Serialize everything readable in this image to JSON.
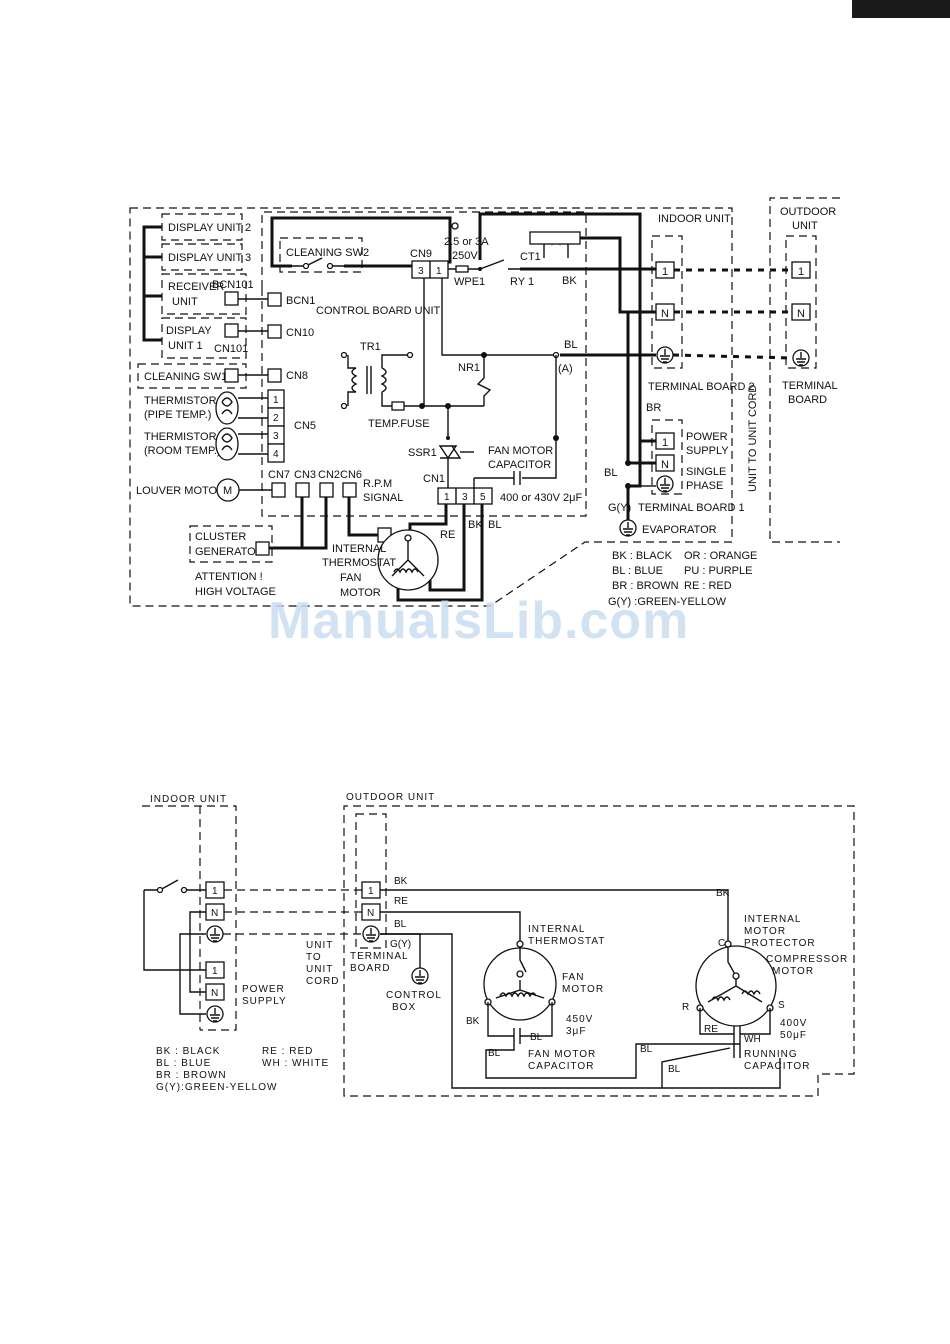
{
  "diagram1": {
    "display_unit_2": "DISPLAY UNIT 2",
    "display_unit_3": "DISPLAY UNIT 3",
    "receiver_unit": [
      "RECEIVER",
      "UNIT"
    ],
    "bcn101": "BCN101",
    "bcn1": "BCN1",
    "display_unit_1": [
      "DISPLAY",
      "UNIT 1"
    ],
    "cn101": "CN101",
    "cn10": "CN10",
    "cleaning_sw1": "CLEANING SW1",
    "cn8": "CN8",
    "thermistor_pipe": [
      "THERMISTOR",
      "(PIPE TEMP.)"
    ],
    "thermistor_room": [
      "THERMISTOR",
      "(ROOM TEMP.)"
    ],
    "cn5": "CN5",
    "cn5_pins": [
      "1",
      "2",
      "3",
      "4"
    ],
    "louver_motor": "LOUVER MOTOR",
    "motor_m": "M",
    "cn7": "CN7",
    "cn3": "CN3",
    "cn2": "CN2",
    "cn6": "CN6",
    "rpm_signal": [
      "R.P.M",
      "SIGNAL"
    ],
    "cluster_generator": [
      "CLUSTER",
      "GENERATOR"
    ],
    "attention": [
      "ATTENTION !",
      "HIGH VOLTAGE"
    ],
    "cleaning_sw2": "CLEANING SW2",
    "cn9": "CN9",
    "cn9_pins": [
      "3",
      "1"
    ],
    "fuse_rating": [
      "2.5 or 3A",
      "250V"
    ],
    "wpe1": "WPE1",
    "ry1": "RY 1",
    "ct1": "CT1",
    "bk": "BK",
    "bl": "BL",
    "br": "BR",
    "re": "RE",
    "gy": "G(Y)",
    "point_a": "(A)",
    "control_board_unit": "CONTROL BOARD UNIT",
    "tr1": "TR1",
    "nr1": "NR1",
    "temp_fuse": "TEMP.FUSE",
    "ssr1": "SSR1",
    "cn1": "CN1",
    "cn1_pins": [
      "1",
      "3",
      "5"
    ],
    "fan_motor_capacitor": [
      "FAN MOTOR",
      "CAPACITOR"
    ],
    "fan_cap_rating": "400 or 430V 2μF",
    "internal_thermostat_fan_motor": [
      "INTERNAL",
      "THERMOSTAT",
      "FAN",
      "MOTOR"
    ],
    "indoor_unit": "INDOOR UNIT",
    "outdoor_unit": [
      "OUTDOOR",
      "UNIT"
    ],
    "tb_1": "1",
    "tb_n": "N",
    "terminal_board_2": "TERMINAL BOARD 2",
    "terminal_board": [
      "TERMINAL",
      "BOARD"
    ],
    "power_supply_single_phase": [
      "POWER",
      "SUPPLY",
      "SINGLE",
      "PHASE"
    ],
    "terminal_board_1": "TERMINAL  BOARD 1",
    "evaporator": "EVAPORATOR",
    "unit_to_unit_cord": "UNIT TO UNIT CORD",
    "legend_left": [
      "BK  : BLACK",
      "BL  : BLUE",
      "BR  : BROWN",
      "G(Y) :GREEN-YELLOW"
    ],
    "legend_right": [
      "OR : ORANGE",
      "PU : PURPLE",
      "RE : RED"
    ]
  },
  "diagram2": {
    "indoor_unit": "INDOOR UNIT",
    "outdoor_unit": "OUTDOOR UNIT",
    "t1": "1",
    "tn": "N",
    "power_supply": [
      "POWER",
      "SUPPLY"
    ],
    "unit_to_unit_cord": [
      "UNIT",
      "TO",
      "UNIT",
      "CORD"
    ],
    "terminal_board": [
      "TERMINAL",
      "BOARD"
    ],
    "control_box": [
      "CONTROL",
      "BOX"
    ],
    "bk": "BK",
    "re": "RE",
    "bl": "BL",
    "gy": "G(Y)",
    "internal_thermostat": [
      "INTERNAL",
      "THERMOSTAT"
    ],
    "fan_motor": [
      "FAN",
      "MOTOR"
    ],
    "fan_cap": [
      "450V",
      "3μF"
    ],
    "fan_motor_capacitor": [
      "FAN MOTOR",
      "CAPACITOR"
    ],
    "internal_motor_protector": [
      "INTERNAL",
      "MOTOR",
      "PROTECTOR"
    ],
    "compressor_motor": [
      "COMPRESSOR",
      "MOTOR"
    ],
    "c": "C",
    "r": "R",
    "s": "S",
    "wh": "WH",
    "running_cap": [
      "400V",
      "50μF"
    ],
    "running_capacitor": [
      "RUNNING",
      "CAPACITOR"
    ],
    "legend_left": [
      "BK : BLACK",
      "BL : BLUE",
      "BR : BROWN",
      "G(Y):GREEN-YELLOW"
    ],
    "legend_right": [
      "RE : RED",
      "WH : WHITE"
    ]
  },
  "watermark": "ManualsLib.com"
}
